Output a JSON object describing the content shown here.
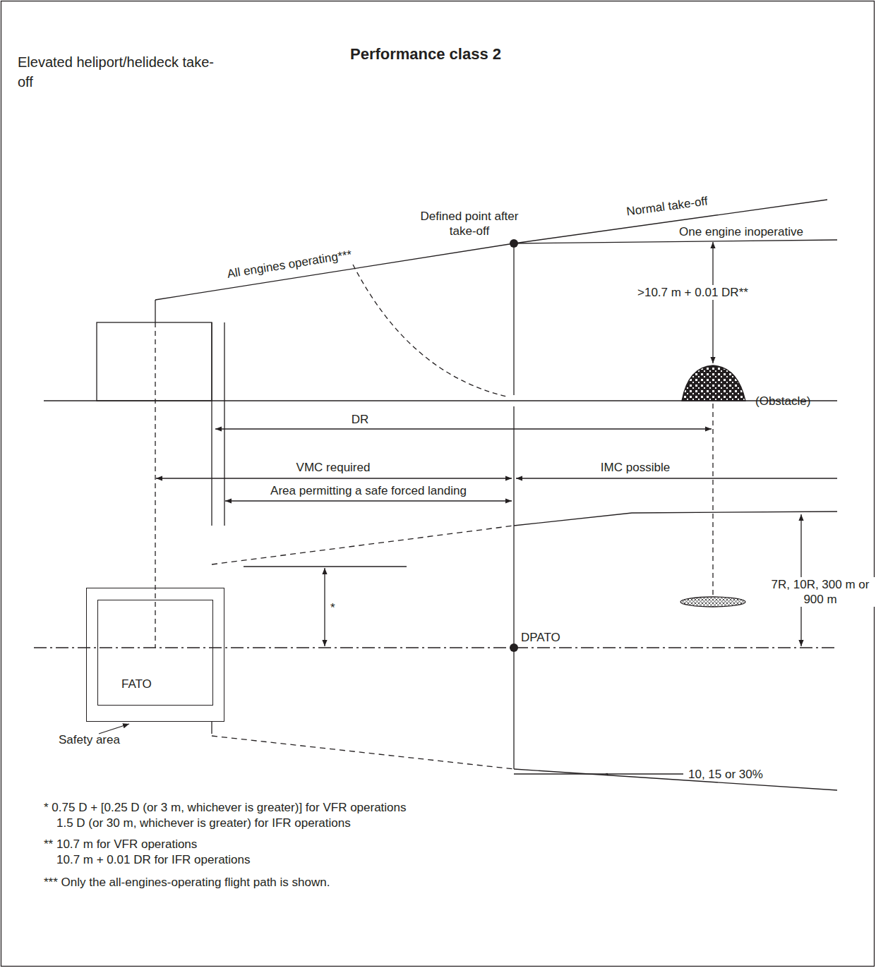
{
  "diagram": {
    "title": "Performance class 2",
    "nodes": [
      {
        "text": [
          "Safety area"
        ]
      },
      {
        "text": [
          "FATO"
        ],
        "in": 0
      }
    ],
    "edges": [],
    "labels": [
      "Elevated heliport/helideck take-off",
      "Defined point after take-off",
      "Normal take-off",
      "All engines operating***",
      "One engine inoperative",
      ">10.7 m + 0.01 DR**",
      "(Obstacle)",
      "DR",
      "VMC required",
      "IMC possible",
      "Area permitting a safe forced landing",
      "*",
      "7R, 10R, 300 m or 900 m",
      "DPATO",
      "10, 15 or 30%",
      "* 0.75 D + [0.25 D (or 3 m, whichever is greater)] for VFR operations",
      "1.5 D (or 30 m, whichever is greater) for IFR operations",
      "** 10.7 m for VFR operations",
      "10.7 m + 0.01 DR for IFR operations",
      "*** Only the all-engines-operating flight path is shown."
    ]
  }
}
